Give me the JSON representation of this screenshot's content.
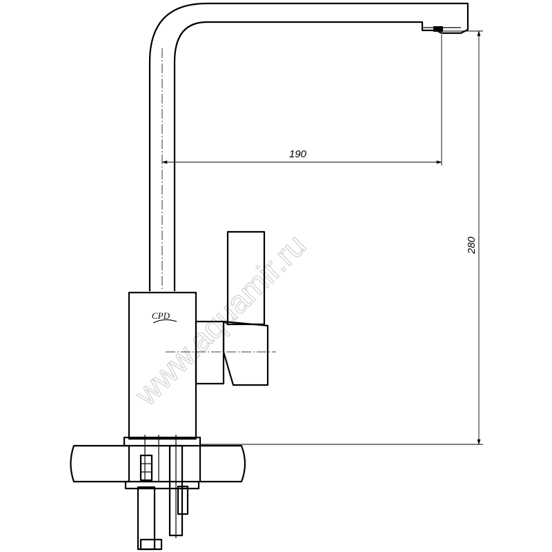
{
  "dimensions": {
    "spout_reach": "190",
    "overall_height": "280"
  },
  "logo": {
    "text": "CPD"
  },
  "watermark": {
    "text": "www.aquamir.ru"
  }
}
